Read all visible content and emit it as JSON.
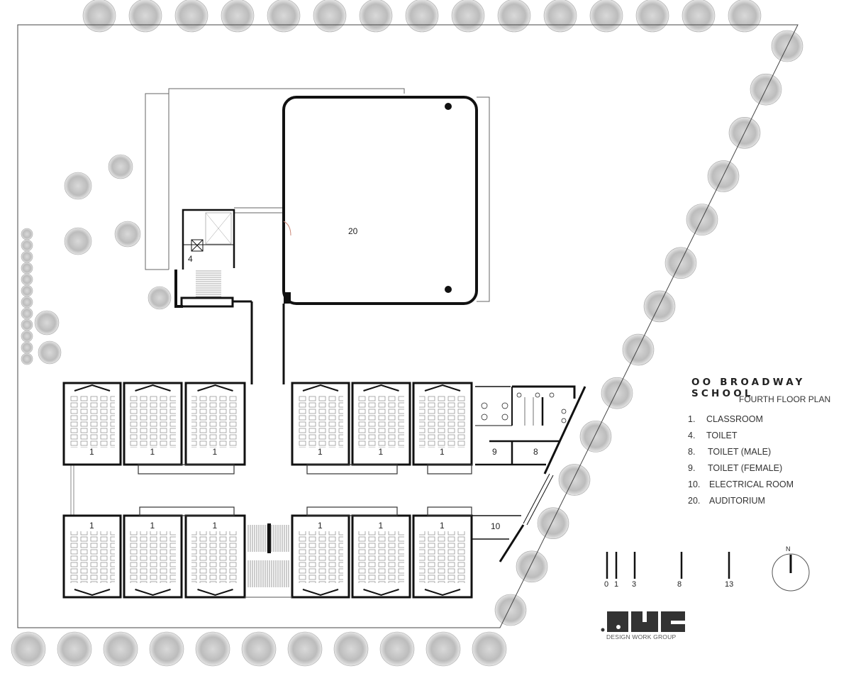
{
  "title": {
    "school_name": "OO BROADWAY SCHOOL",
    "plan_name": "FOURTH FLOOR PLAN"
  },
  "legend": [
    {
      "num": "1.",
      "label": "CLASSROOM"
    },
    {
      "num": "4.",
      "label": "TOILET"
    },
    {
      "num": "8.",
      "label": "TOILET (MALE)"
    },
    {
      "num": "9.",
      "label": "TOILET (FEMALE)"
    },
    {
      "num": "10.",
      "label": "ELECTRICAL ROOM"
    },
    {
      "num": "20.",
      "label": "AUDITORIUM"
    }
  ],
  "rooms": {
    "auditorium": "20",
    "stair_toilet": "4",
    "classroom": "1",
    "toilet_male": "8",
    "toilet_female": "9",
    "electrical": "10"
  },
  "scale_bar": [
    "0",
    "1",
    "3",
    "8",
    "13"
  ],
  "north_label": "N",
  "logo": {
    "mark": ".DWG",
    "text": "DESIGN WORK GROUP"
  },
  "colors": {
    "wall": "#111111",
    "tree": "#bdbdbd",
    "thin_line": "#555555"
  }
}
